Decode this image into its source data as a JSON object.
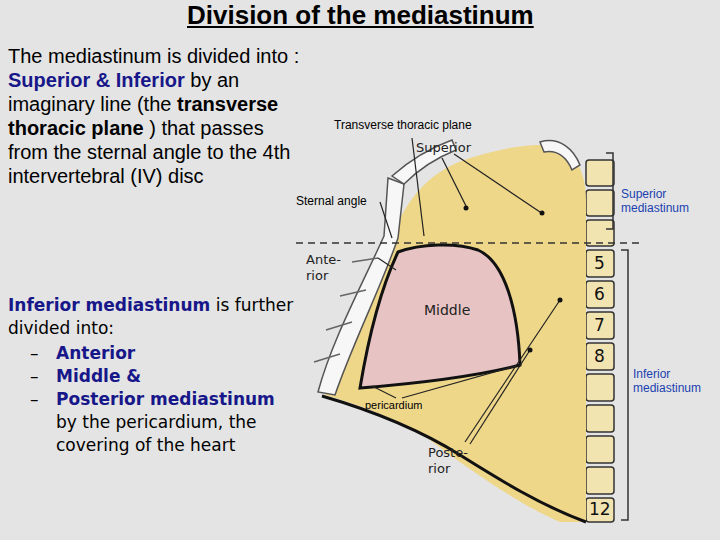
{
  "diagram": {
    "title": "Division of the mediastinum",
    "labels": [
      "The mediastinum is divided into :",
      "Superior  & Inferior",
      "by an imaginary line (the",
      "transverse thoracic plane",
      ") that passes from the  sternal angle to the 4th intervertebral (IV) disc",
      "Inferior mediastinum",
      "is further divided into:",
      "–",
      "Anterior",
      "–",
      "Middle &",
      "–",
      "Posterior mediastinum",
      "by the  pericardium, the covering of the heart",
      "Transverse thoracic plane",
      "Superior",
      "Sternal angle",
      "Ante- rior",
      "Middle",
      "pericardium",
      "Poste- rior",
      "Superior mediastinum",
      "Inferior mediastinum",
      "5",
      "6",
      "7",
      "8",
      "12"
    ]
  }
}
